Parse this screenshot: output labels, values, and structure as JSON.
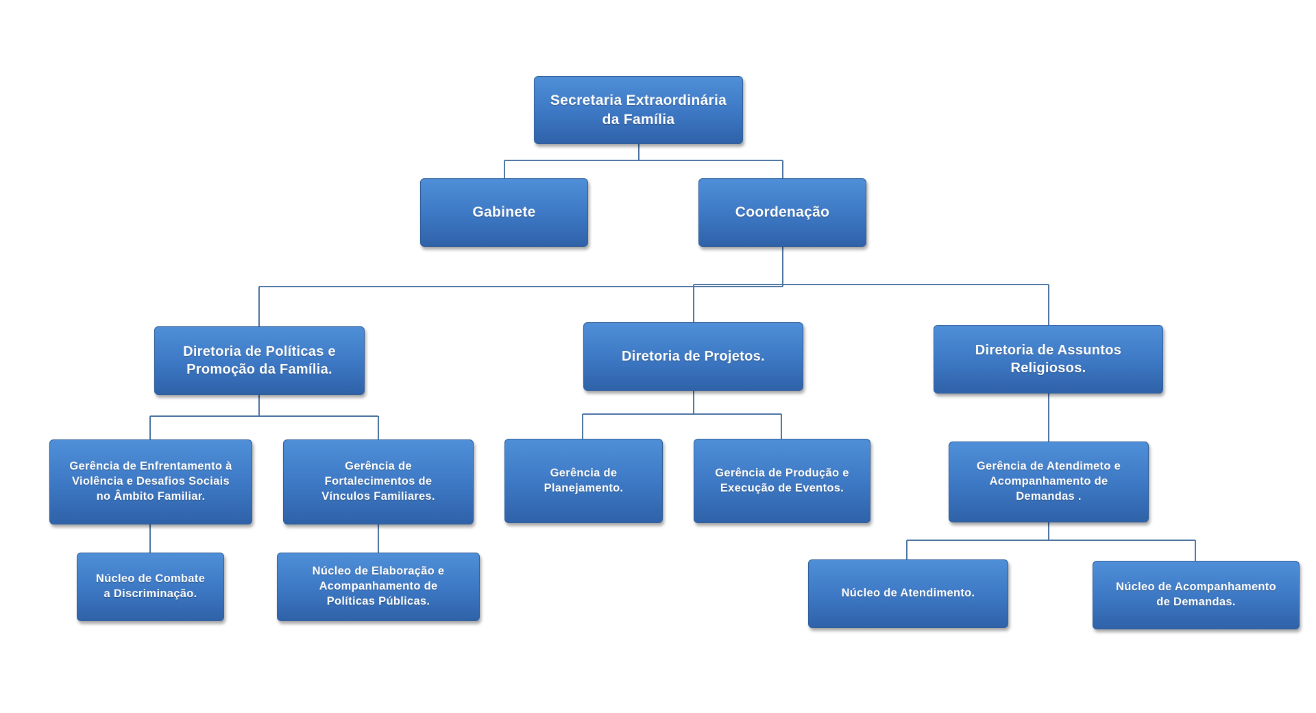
{
  "diagram": {
    "nodes": {
      "secretaria": "Secretaria Extraordinária\nda Família",
      "gabinete": "Gabinete",
      "coordenacao": "Coordenação",
      "dir_politicas": "Diretoria de Políticas e\nPromoção da Família.",
      "dir_projetos": "Diretoria de Projetos.",
      "dir_religiosos": "Diretoria de Assuntos\nReligiosos.",
      "ger_enfrentamento": "Gerência de Enfrentamento à\nViolência e Desafios Sociais\nno  Âmbito Familiar.",
      "ger_fortalecimento": "Gerência de\nFortalecimentos de\nVínculos Familiares.",
      "ger_planejamento": "Gerência de\nPlanejamento.",
      "ger_eventos": "Gerência de Produção e\nExecução de Eventos.",
      "ger_atendimento": "Gerência de Atendimeto e\nAcompanhamento  de\nDemandas .",
      "nuc_discriminacao": "Núcleo de Combate\na Discriminação.",
      "nuc_politicas": "Núcleo  de Elaboração e\nAcompanhamento de\nPolíticas Públicas.",
      "nuc_atendimento": "Núcleo de Atendimento.",
      "nuc_demandas": "Núcleo de Acompanhamento\nde Demandas."
    },
    "colors": {
      "box_top": "#4f8fd8",
      "box_bottom": "#2f62a8",
      "connector": "#4a73a0",
      "text": "#ffffff"
    }
  }
}
